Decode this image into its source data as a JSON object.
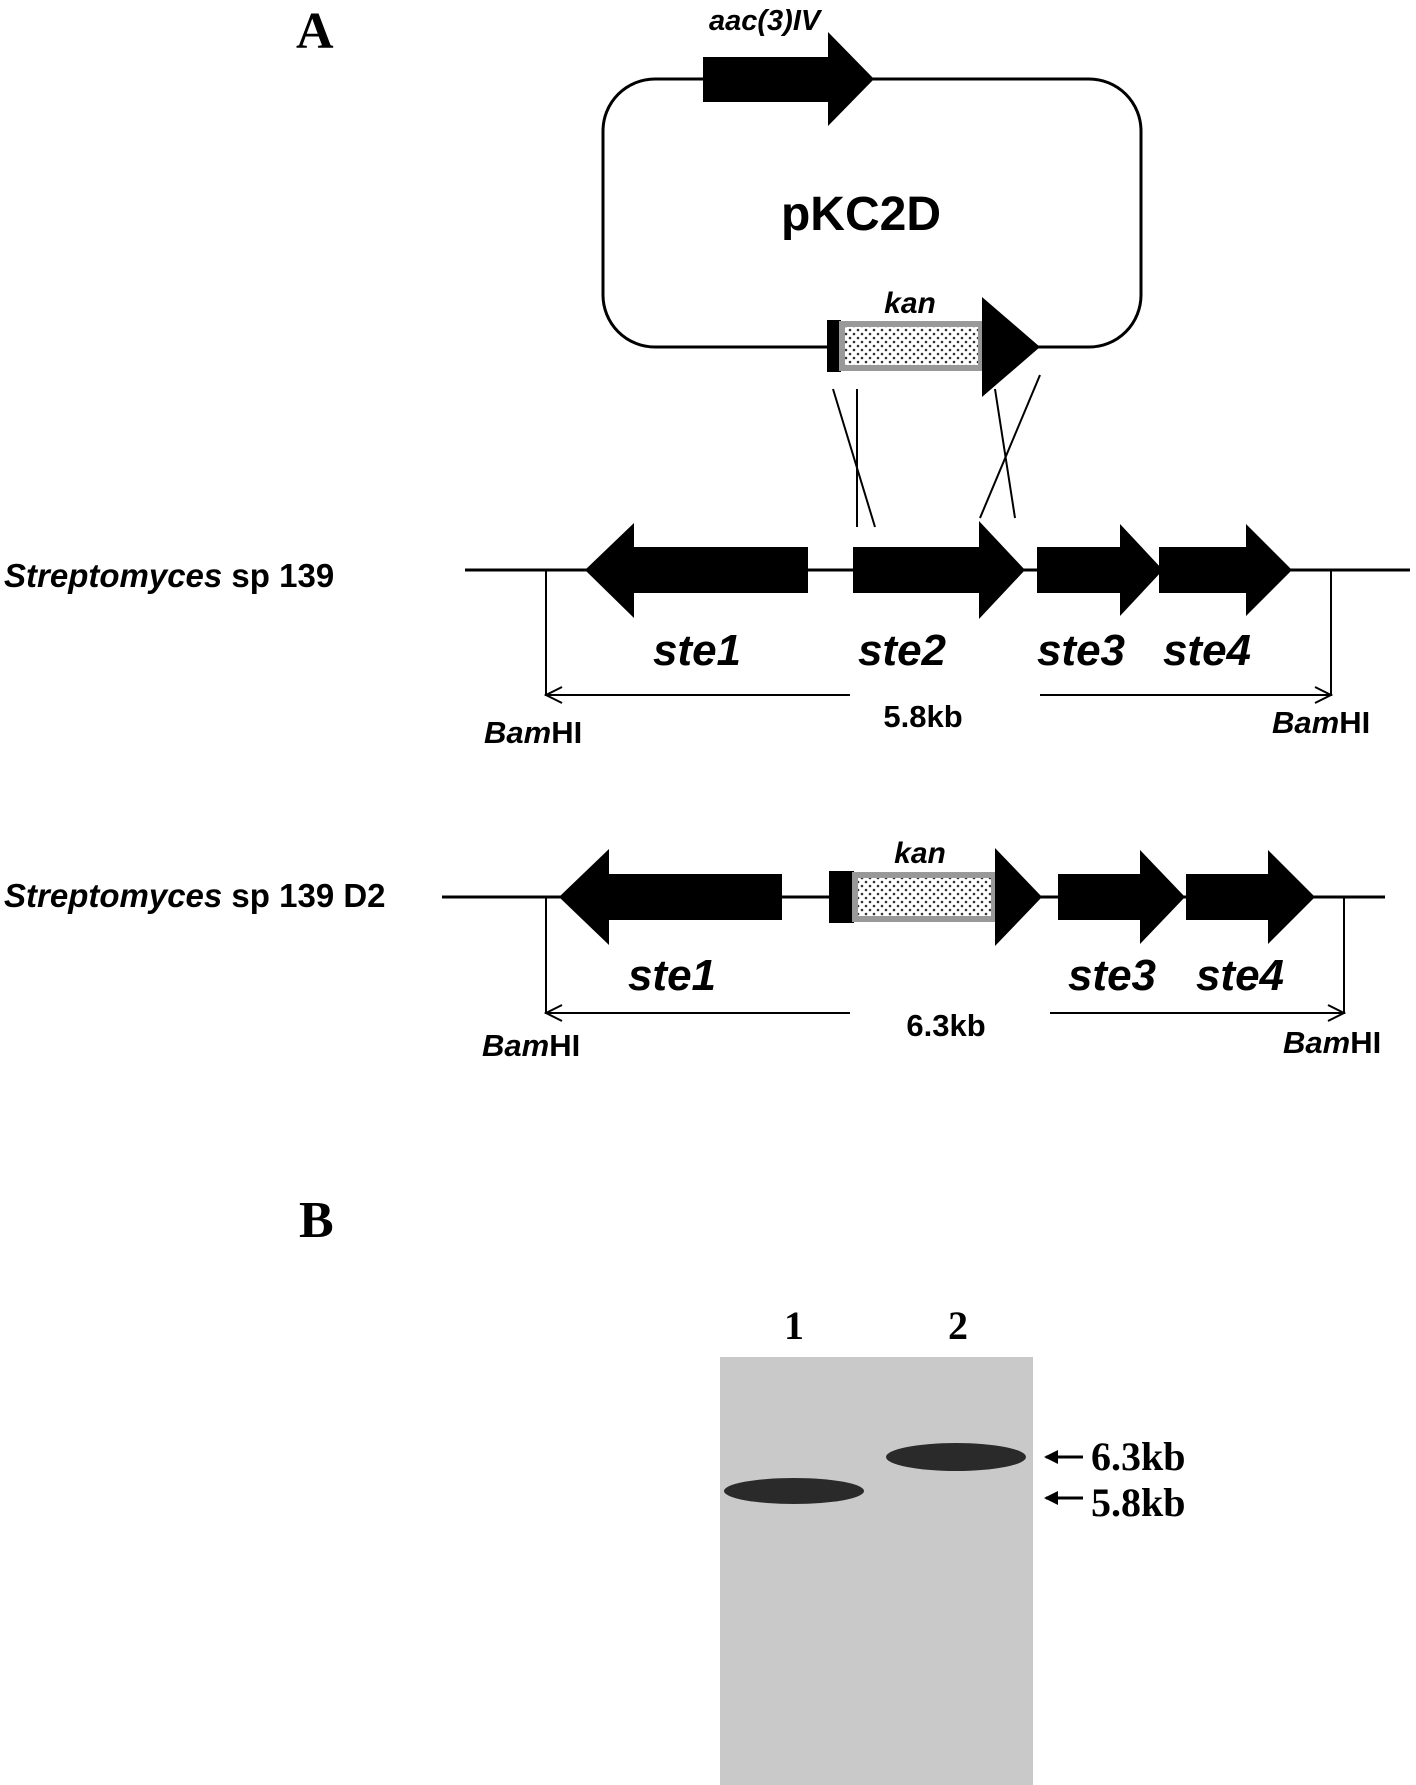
{
  "panel_a": {
    "letter": "A",
    "plasmid": {
      "name": "pKC2D",
      "resistance_gene": "aac(3)IV",
      "insert_gene": "kan"
    },
    "wild_type": {
      "strain_italic": "Streptomyces",
      "strain_rest": " sp 139",
      "genes": [
        "ste1",
        "ste2",
        "ste3",
        "ste4"
      ],
      "site_left_italic": "Bam",
      "site_left_rest": "HI",
      "site_right_italic": "Bam",
      "site_right_rest": "HI",
      "fragment_size": "5.8kb"
    },
    "mutant": {
      "strain_italic": "Streptomyces",
      "strain_rest": " sp 139 D2",
      "insert_gene": "kan",
      "genes": [
        "ste1",
        "ste3",
        "ste4"
      ],
      "site_left_italic": "Bam",
      "site_left_rest": "HI",
      "site_right_italic": "Bam",
      "site_right_rest": "HI",
      "fragment_size": "6.3kb"
    }
  },
  "panel_b": {
    "letter": "B",
    "lanes": [
      "1",
      "2"
    ],
    "markers": [
      "6.3kb",
      "5.8kb"
    ],
    "gel_background": "#c9c9c9",
    "band_color": "#2a2a2a"
  }
}
